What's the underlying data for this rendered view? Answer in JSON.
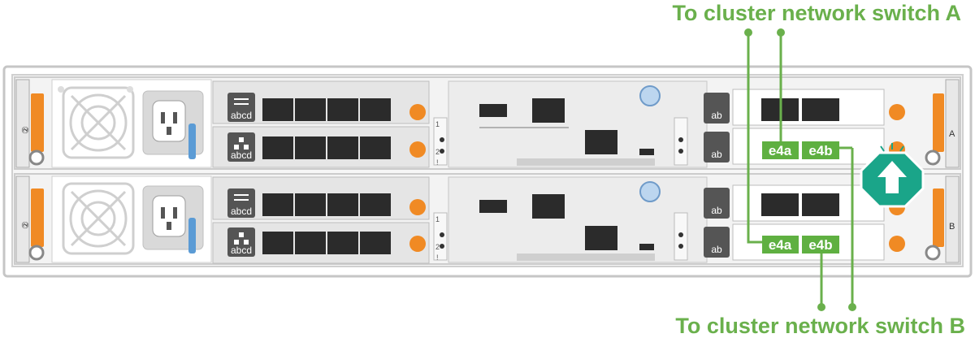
{
  "diagram": {
    "title_top": "To cluster network switch A",
    "title_bottom": "To cluster network switch B",
    "controllers": [
      {
        "slot": "A",
        "psu_label": "②",
        "cards": [
          {
            "label": "abcd",
            "icon": "switch-arrows-icon"
          },
          {
            "label": "abcd",
            "icon": "network-icon"
          }
        ],
        "right_cards": [
          {
            "label": "ab",
            "icon": "network-icon"
          },
          {
            "label": "ab",
            "icon": "network-icon"
          }
        ],
        "bay_numbers": [
          "1",
          "2",
          "!"
        ],
        "ports": [
          "e4a",
          "e4b"
        ]
      },
      {
        "slot": "B",
        "psu_label": "②",
        "cards": [
          {
            "label": "abcd",
            "icon": "switch-arrows-icon"
          },
          {
            "label": "abcd",
            "icon": "network-icon"
          }
        ],
        "right_cards": [
          {
            "label": "ab",
            "icon": "network-icon"
          },
          {
            "label": "ab",
            "icon": "network-icon"
          }
        ],
        "bay_numbers": [
          "1",
          "2",
          "!"
        ],
        "ports": [
          "e4a",
          "e4b"
        ]
      }
    ],
    "colors": {
      "cable_green": "#6ab04c",
      "port_green": "#5fb041",
      "chassis_border": "#bdbdbd",
      "orange": "#f08a24",
      "teal": "#1aa589",
      "card_gray": "#555555"
    }
  }
}
